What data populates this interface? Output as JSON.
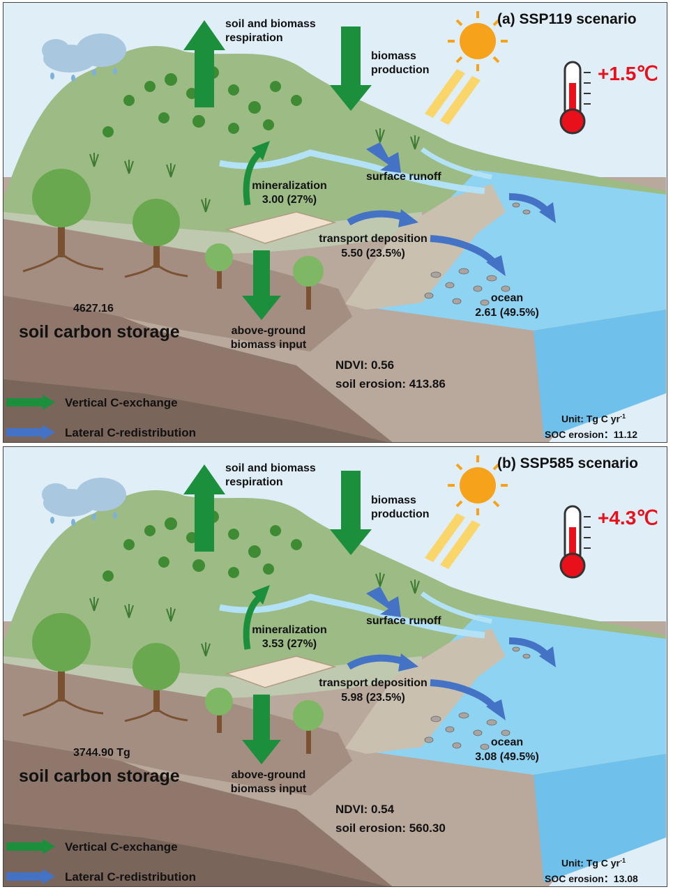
{
  "colors": {
    "vertical_arrow": "#1b8f3c",
    "lateral_arrow": "#4472c4",
    "temperature": "#e8101a",
    "ocean": "#8fd3f2",
    "hill": "#9cbb85",
    "soil": "#b8a69a"
  },
  "panels": [
    {
      "title": "(a) SSP119 scenario",
      "temperature": "+1.5℃",
      "soil_respiration": "soil and biomass\nrespiration",
      "biomass_production": "biomass\nproduction",
      "surface_runoff": "surface runoff",
      "mineralization_label": "mineralization",
      "mineralization_value": "3.00 (27%)",
      "transport_label": "transport deposition",
      "transport_value": "5.50 (23.5%)",
      "ocean_label": "ocean",
      "ocean_value": "2.61 (49.5%)",
      "storage_value": "4627.16",
      "storage_label": "soil carbon storage",
      "biomass_input": "above-ground\nbiomass input",
      "ndvi": "NDVI: 0.56",
      "soil_erosion": "soil erosion: 413.86",
      "legend_vertical": "Vertical C-exchange",
      "legend_lateral": "Lateral C-redistribution",
      "unit_prefix": "Unit: Tg C yr",
      "unit_exp": "-1",
      "soc_erosion": "SOC erosion：11.12"
    },
    {
      "title": "(b) SSP585 scenario",
      "temperature": "+4.3℃",
      "soil_respiration": "soil and biomass\nrespiration",
      "biomass_production": "biomass\nproduction",
      "surface_runoff": "surface runoff",
      "mineralization_label": "mineralization",
      "mineralization_value": "3.53 (27%)",
      "transport_label": "transport deposition",
      "transport_value": "5.98 (23.5%)",
      "ocean_label": "ocean",
      "ocean_value": "3.08 (49.5%)",
      "storage_value": "3744.90 Tg",
      "storage_label": "soil carbon storage",
      "biomass_input": "above-ground\nbiomass input",
      "ndvi": "NDVI: 0.54",
      "soil_erosion": "soil erosion: 560.30",
      "legend_vertical": "Vertical C-exchange",
      "legend_lateral": "Lateral C-redistribution",
      "unit_prefix": "Unit: Tg C yr",
      "unit_exp": "-1",
      "soc_erosion": "SOC erosion：13.08"
    }
  ]
}
